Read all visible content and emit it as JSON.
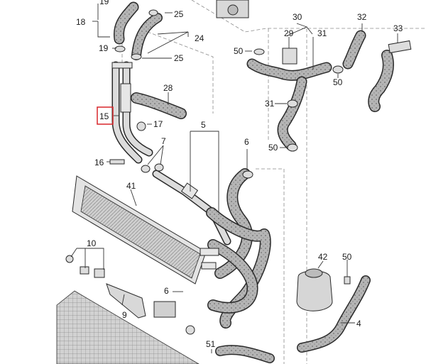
{
  "diagram": {
    "highlighted_label": "15",
    "labels": {
      "l19a": "19",
      "l18": "18",
      "l25a": "25",
      "l24": "24",
      "l19b": "19",
      "l25b": "25",
      "l28": "28",
      "l15": "15",
      "l17": "17",
      "l5": "5",
      "l7": "7",
      "l6a": "6",
      "l16": "16",
      "l41": "41",
      "l10": "10",
      "l9": "9",
      "l6b": "6",
      "l51": "51",
      "l30": "30",
      "l29": "29",
      "l31a": "31",
      "l50a": "50",
      "l32": "32",
      "l33": "33",
      "l50b": "50",
      "l31b": "31",
      "l50c": "50",
      "l42": "42",
      "l50d": "50",
      "l4": "4"
    },
    "colors": {
      "hose_fill": "#b5b5b5",
      "pipe_fill": "#dcdcdc",
      "radiator_fill": "#cfcfcf",
      "highlight_border": "#d9262b"
    }
  }
}
